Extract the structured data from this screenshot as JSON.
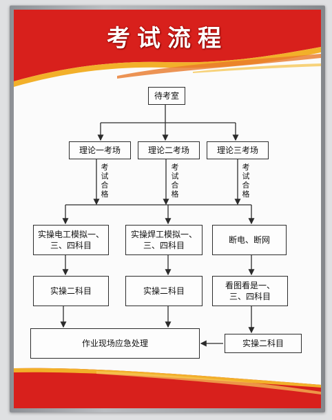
{
  "title": "考试流程",
  "start": "待考室",
  "theory": [
    "理论一考场",
    "理论二考场",
    "理论三考场"
  ],
  "passed_label": [
    "考",
    "试",
    "合",
    "格"
  ],
  "practical_a": [
    "实操电工模拟一、三、四科目",
    "实操焊工模拟一、三、四科目",
    "断电、断网"
  ],
  "practical_b": [
    "实操二科目",
    "实操二科目",
    "看图看是一、三、四科目"
  ],
  "practical_c": "实操二科目",
  "final": "作业现场应急处理",
  "colors": {
    "banner_red": "#d8201c",
    "banner_gold": "#f2b02a",
    "line": "#2b2b2b"
  }
}
